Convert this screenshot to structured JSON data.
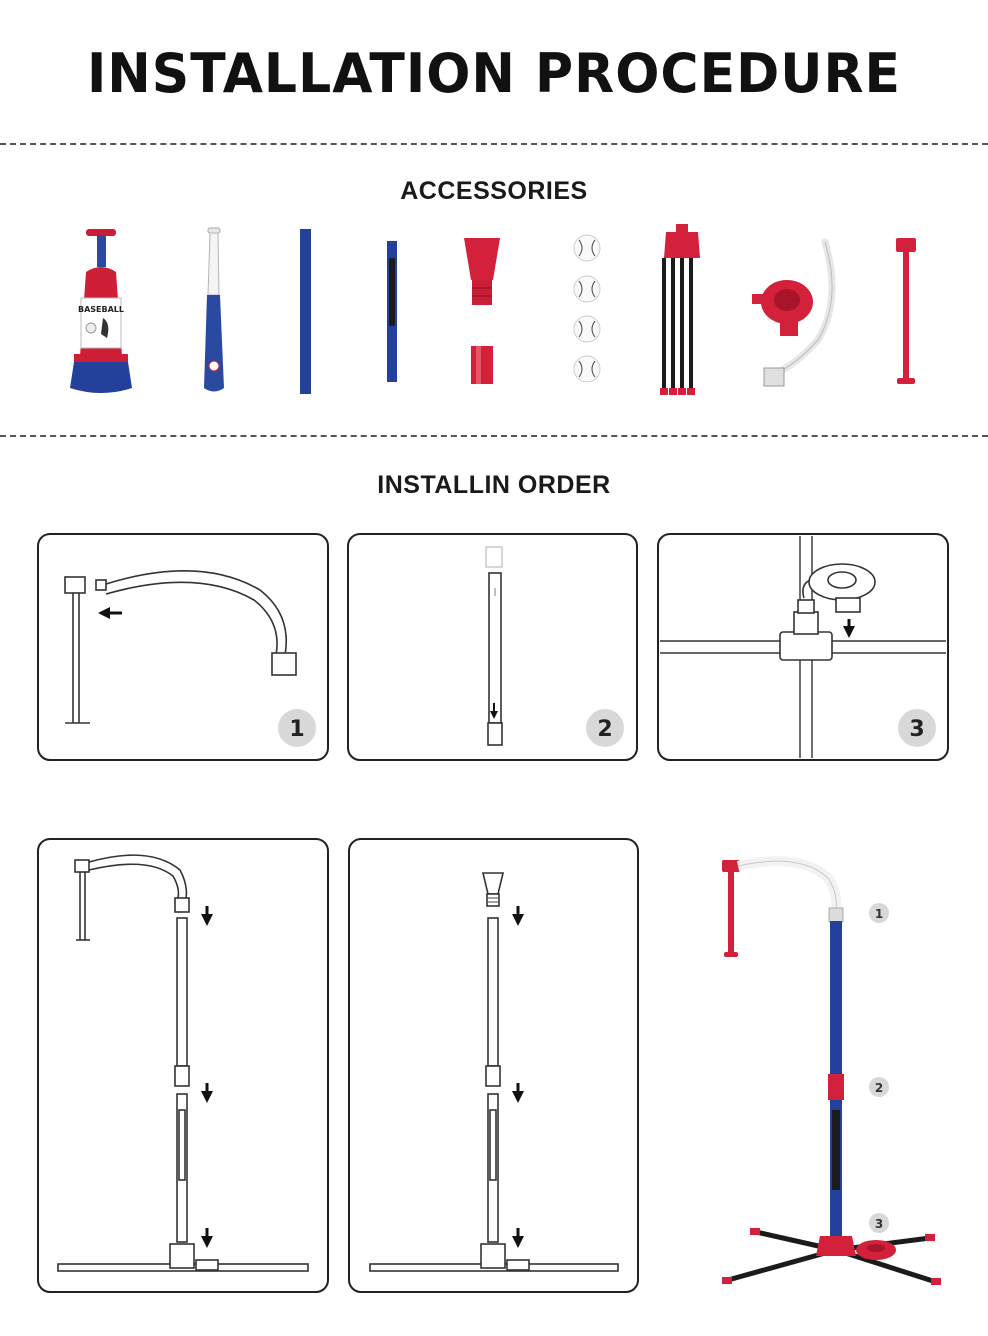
{
  "page": {
    "title": "INSTALLATION PROCEDURE",
    "accessories_heading": "ACCESSORIES",
    "order_heading": "INSTALLIN ORDER"
  },
  "product": {
    "bottle_label": "BASEBALL"
  },
  "steps": [
    {
      "number": "1"
    },
    {
      "number": "2"
    },
    {
      "number": "3"
    }
  ],
  "assembled": {
    "callouts": [
      "1",
      "2",
      "3"
    ]
  },
  "colors": {
    "red": "#d3203b",
    "blue": "#23419a",
    "black": "#1b1b1b",
    "white_part": "#f1f1f1"
  },
  "icons": [
    "arrow-down-icon",
    "arrow-left-icon"
  ]
}
